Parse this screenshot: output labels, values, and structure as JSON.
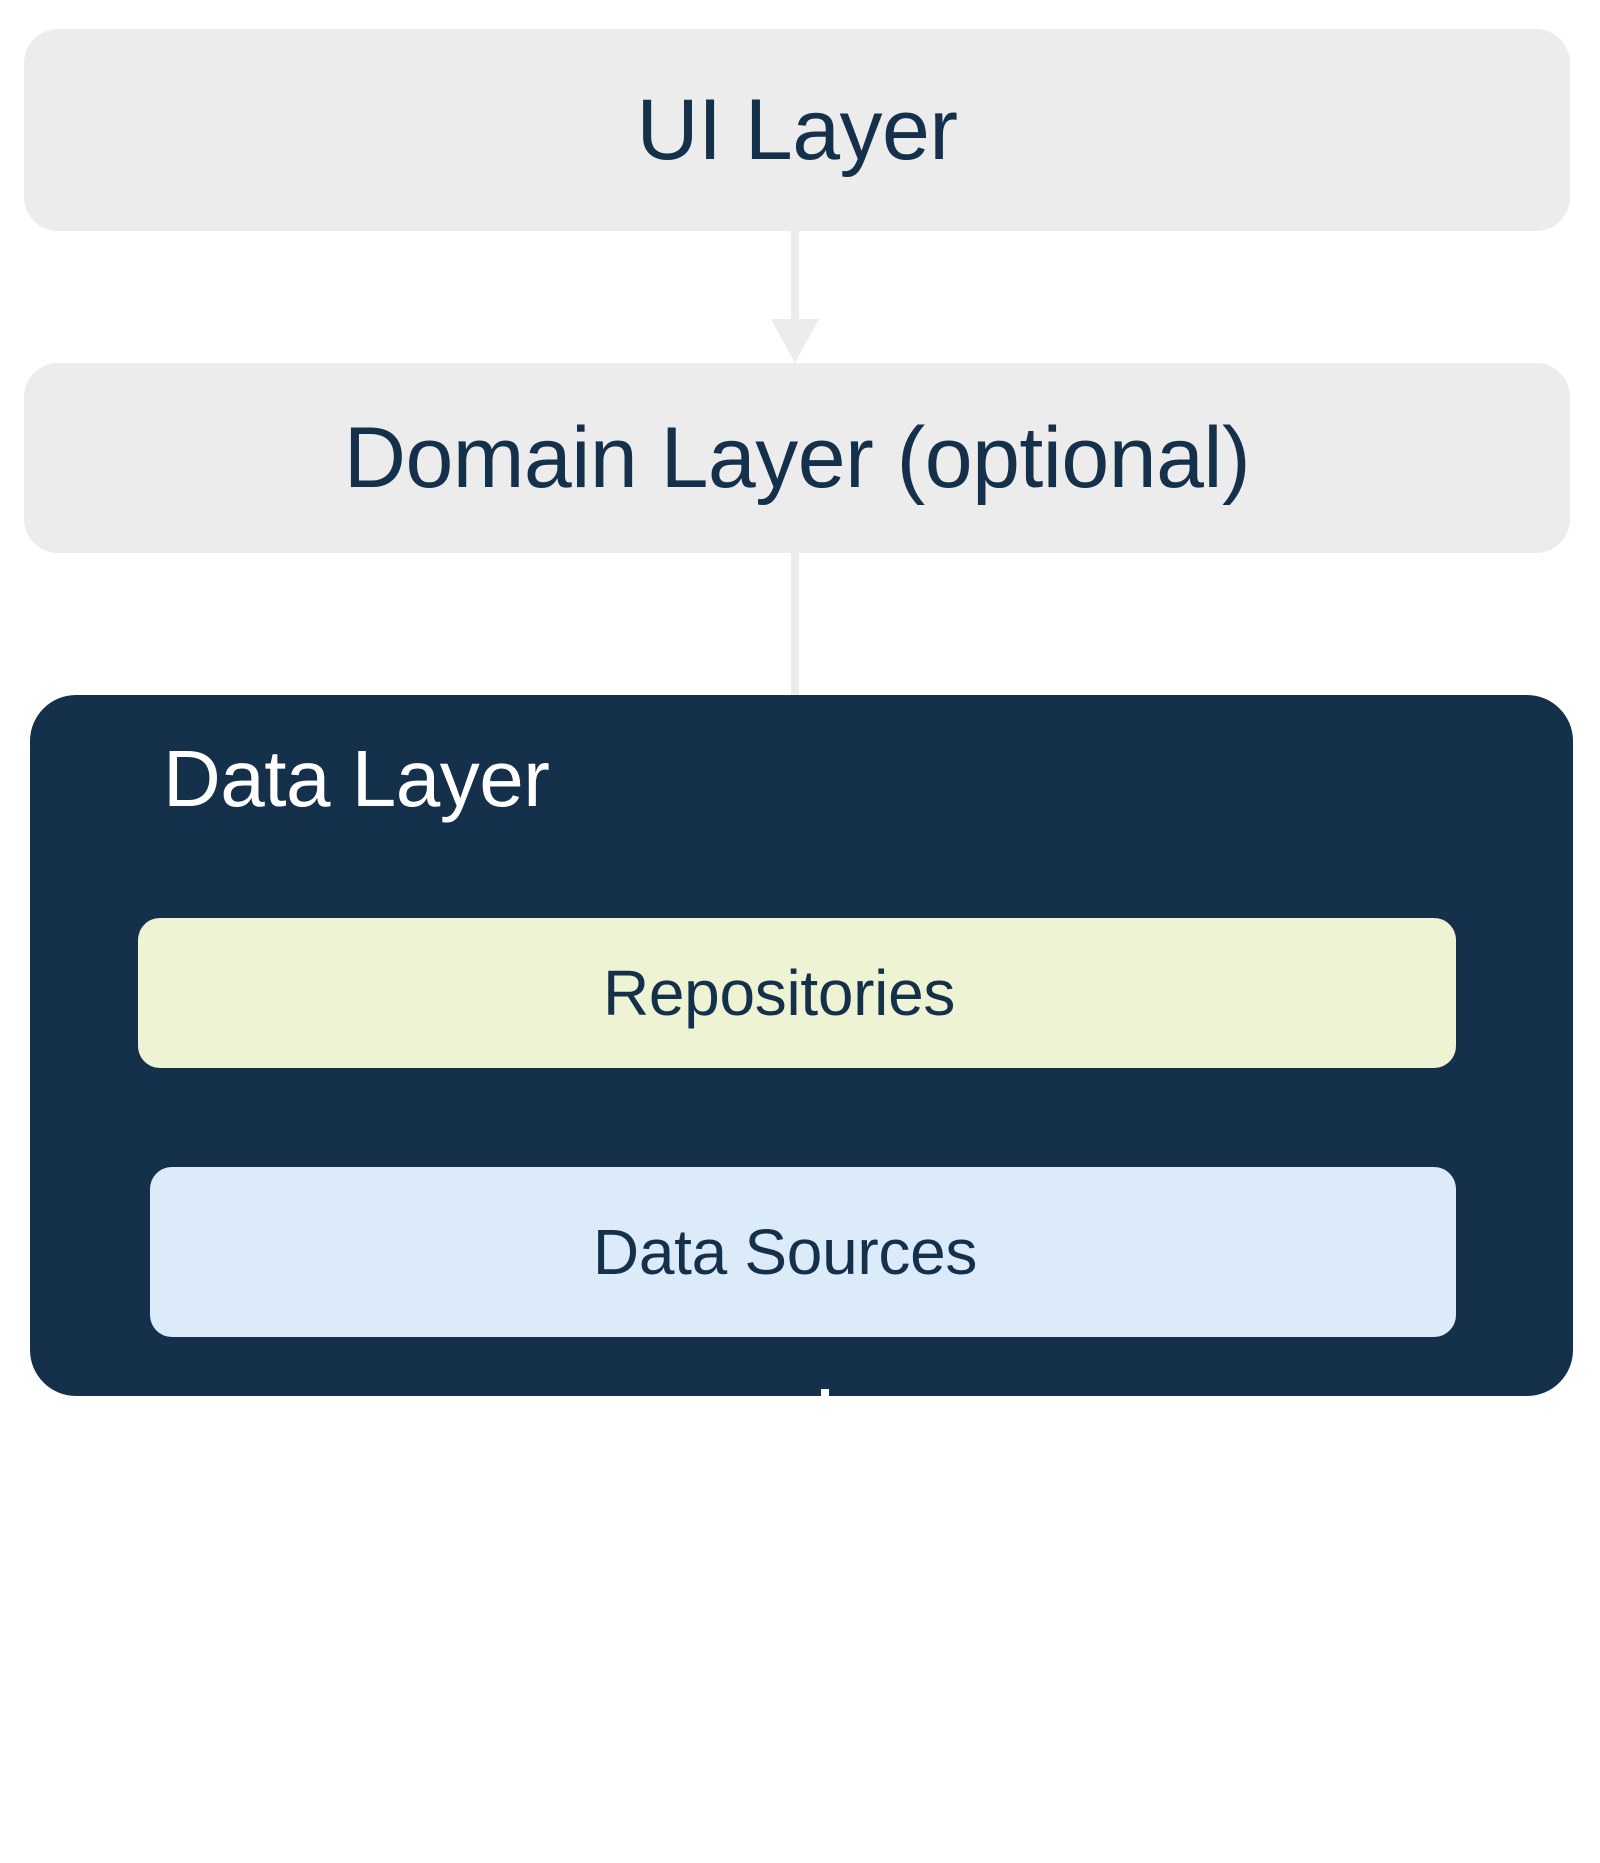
{
  "diagram": {
    "title": "App architecture layers",
    "type": "layered-architecture",
    "background_color": "#ffffff"
  },
  "layers": {
    "ui": {
      "label": "UI Layer",
      "fill_color": "#ececec",
      "text_color": "#14304a"
    },
    "domain": {
      "label": "Domain Layer (optional)",
      "fill_color": "#ececec",
      "text_color": "#14304a"
    },
    "data": {
      "label": "Data Layer",
      "fill_color": "#15304a",
      "text_color": "#ffffff",
      "children": {
        "repositories": {
          "label": "Repositories",
          "fill_color": "#eef4d3",
          "text_color": "#14304a"
        },
        "data_sources": {
          "label": "Data Sources",
          "fill_color": "#dcebfa",
          "text_color": "#14304a"
        }
      }
    }
  },
  "arrows": [
    {
      "name": "ui-to-domain",
      "from": "UI Layer",
      "to": "Domain Layer (optional)",
      "color": "#ececec",
      "direction": "down"
    },
    {
      "name": "domain-to-repositories",
      "from": "Domain Layer (optional)",
      "to": "Repositories",
      "color": "#ececec",
      "color_inside_data_layer": "#ffffff",
      "direction": "down"
    },
    {
      "name": "repositories-to-data-sources",
      "from": "Repositories",
      "to": "Data Sources",
      "color": "#ffffff",
      "direction": "down"
    }
  ]
}
